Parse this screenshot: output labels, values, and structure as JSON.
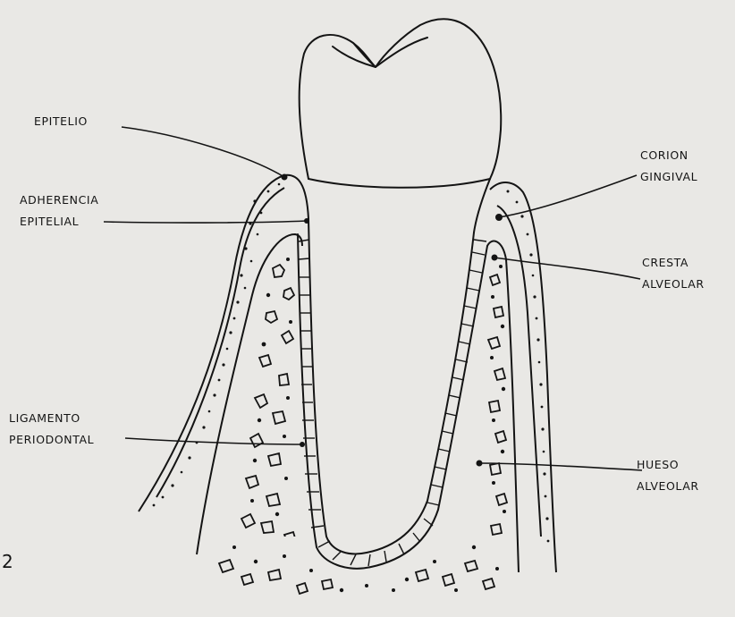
{
  "labels": {
    "epitelio": [
      "EPITELIO"
    ],
    "adherencia_epitelial": [
      "ADHERENCIA",
      "EPITELIAL"
    ],
    "ligamento_periodontal": [
      "LIGAMENTO",
      "PERIODONTAL"
    ],
    "corion_gingival": [
      "CORION",
      "GINGIVAL"
    ],
    "cresta_alveolar": [
      "CRESTA",
      "ALVEOLAR"
    ],
    "hueso_alveolar": [
      "HUESO",
      "ALVEOLAR"
    ]
  },
  "figure_number": "2",
  "colors": {
    "ink": "#141414",
    "paper": "#e9e8e5"
  }
}
